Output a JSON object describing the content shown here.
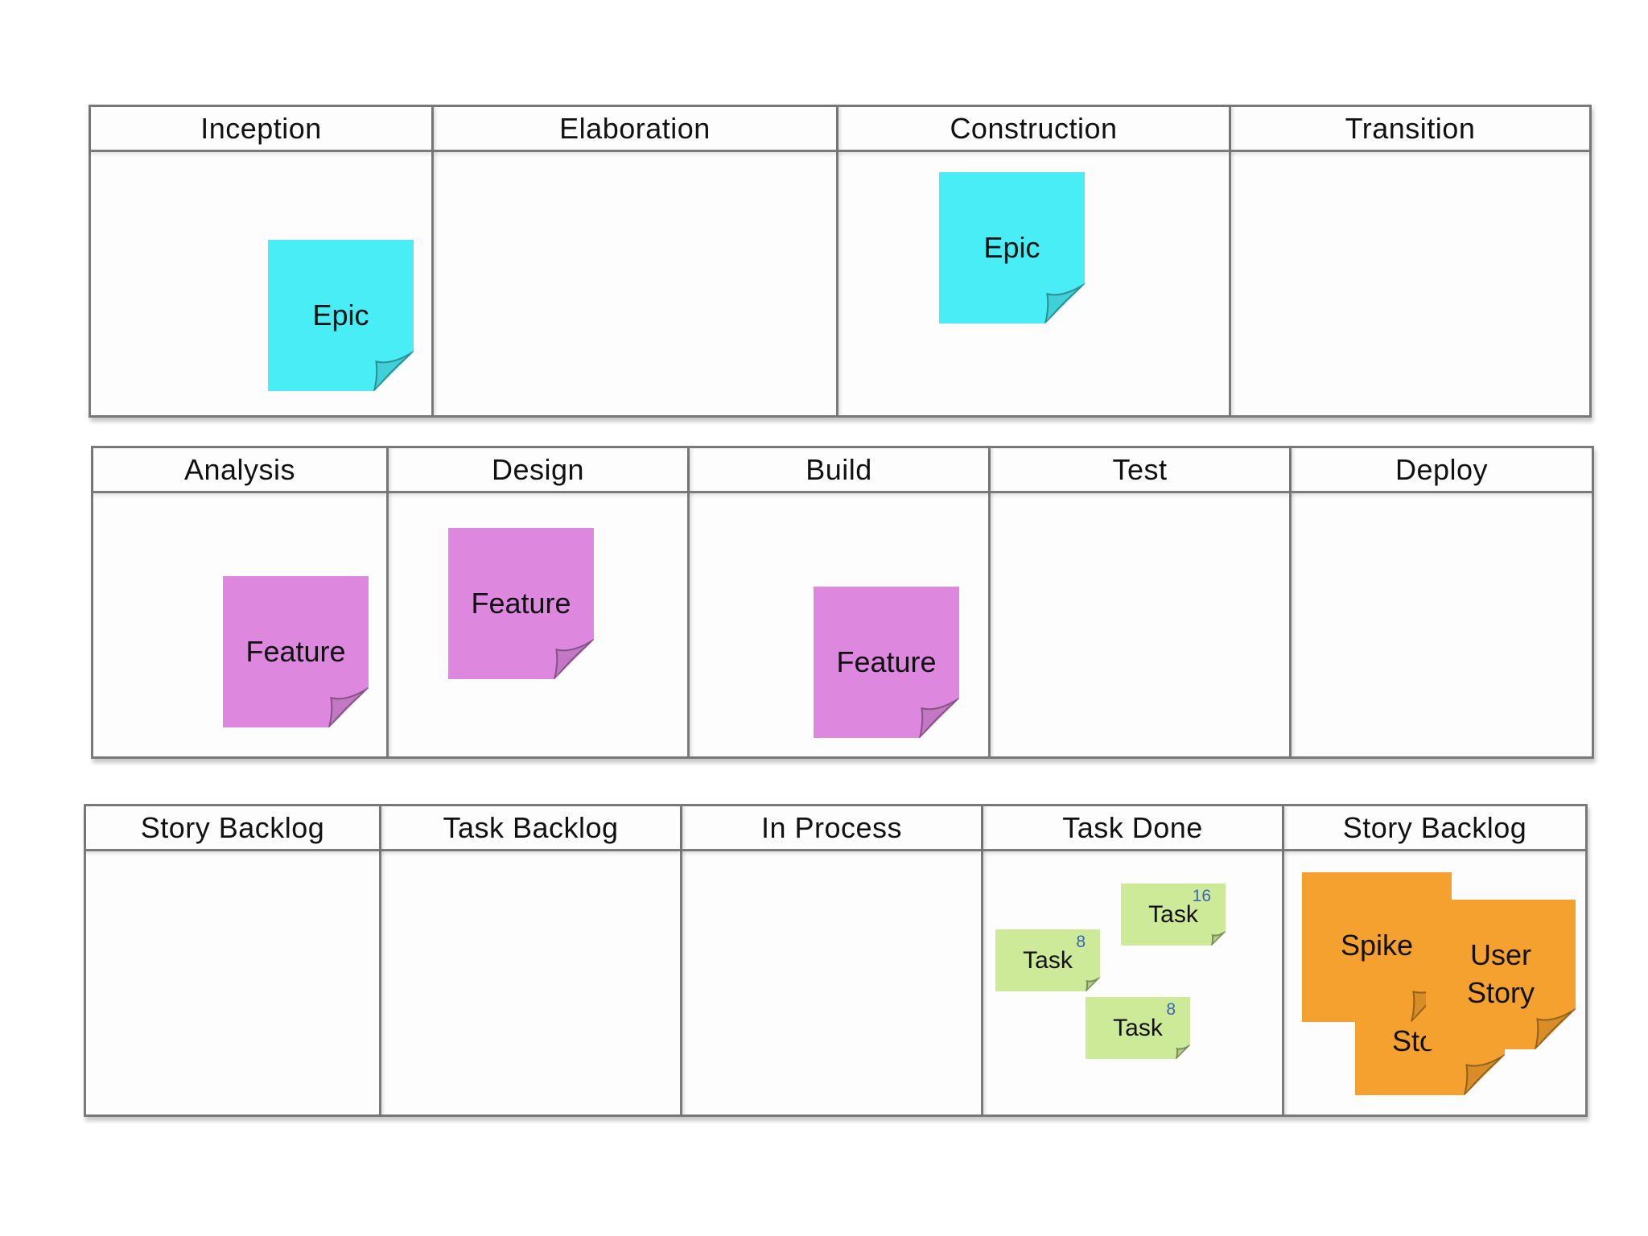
{
  "colors": {
    "epic": "#48edf5",
    "feature": "#dd88de",
    "task": "#cdea98",
    "story": "#f4a12f",
    "border": "#7a7a7a"
  },
  "boards": [
    {
      "id": "phases",
      "columns": [
        "Inception",
        "Elaboration",
        "Construction",
        "Transition"
      ]
    },
    {
      "id": "flow",
      "columns": [
        "Analysis",
        "Design",
        "Build",
        "Test",
        "Deploy"
      ]
    },
    {
      "id": "tasks",
      "columns": [
        "Story Backlog",
        "Task Backlog",
        "In Process",
        "Task Done",
        "Story Backlog"
      ]
    }
  ],
  "notes": {
    "epic_inception": {
      "label": "Epic"
    },
    "epic_construction": {
      "label": "Epic"
    },
    "feature_analysis": {
      "label": "Feature"
    },
    "feature_design": {
      "label": "Feature"
    },
    "feature_build": {
      "label": "Feature"
    },
    "task_a": {
      "label": "Task",
      "estimate": "16"
    },
    "task_b": {
      "label": "Task",
      "estimate": "8"
    },
    "task_c": {
      "label": "Task",
      "estimate": "8"
    },
    "story_back": {
      "label": "Sto"
    },
    "spike": {
      "label": "Spike"
    },
    "user_story": {
      "label": "User\nStory"
    }
  }
}
